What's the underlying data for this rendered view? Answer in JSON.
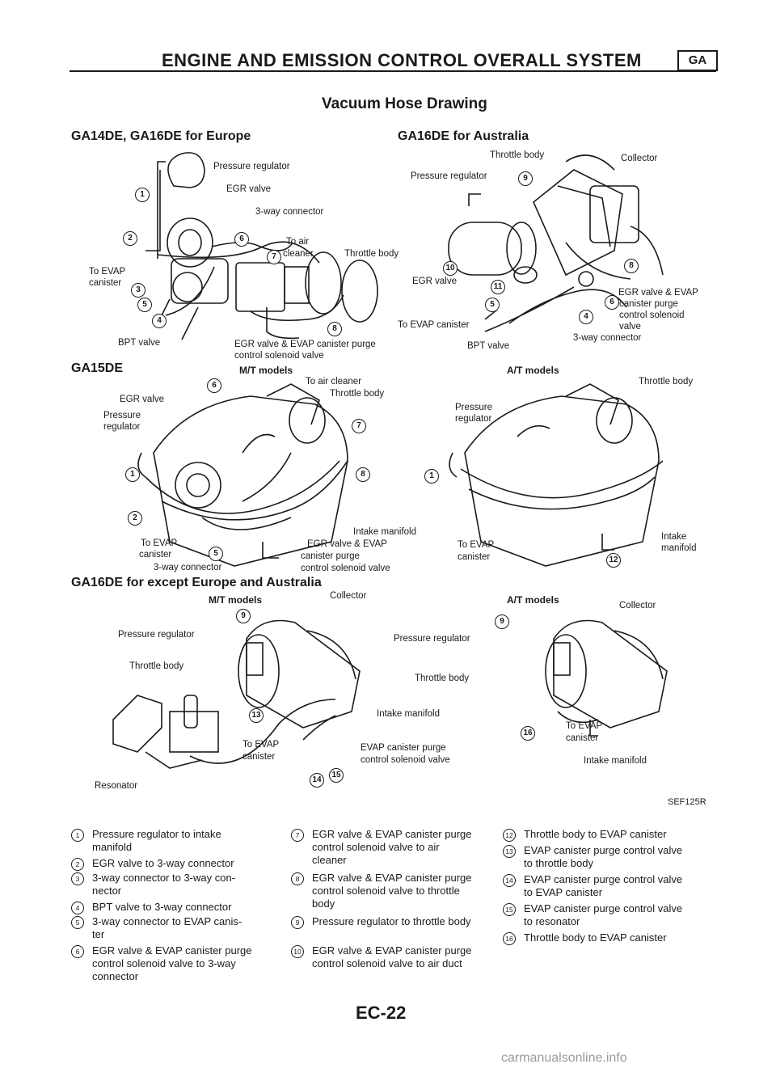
{
  "header": {
    "title": "ENGINE AND EMISSION CONTROL OVERALL SYSTEM",
    "badge": "GA",
    "subtitle": "Vacuum Hose Drawing"
  },
  "sections": {
    "europe": "GA14DE, GA16DE for Europe",
    "australia": "GA16DE for Australia",
    "ga15de": "GA15DE",
    "except": "GA16DE for except Europe and Australia"
  },
  "models": {
    "mt": "M/T models",
    "at": "A/T models"
  },
  "diagram_labels": {
    "pressure_regulator": "Pressure regulator",
    "egr_valve": "EGR valve",
    "three_way_connector": "3-way connector",
    "to_air": "To air",
    "cleaner": "cleaner",
    "throttle_body": "Throttle body",
    "to_evap": "To EVAP",
    "canister": "canister",
    "bpt_valve": "BPT valve",
    "egr_evap_purge_1": "EGR valve & EVAP canister purge",
    "egr_evap_purge_2": "control solenoid valve",
    "collector": "Collector",
    "to_evap_canister": "To EVAP canister",
    "egr_evap": "EGR valve & EVAP",
    "canister_purge": "canister purge",
    "control_solenoid": "control solenoid",
    "valve": "valve",
    "to_air_cleaner": "To air cleaner",
    "pressure": "Pressure",
    "regulator": "regulator",
    "intake_manifold": "Intake manifold",
    "control_solenoid_valve": "control solenoid valve",
    "intake": "Intake",
    "manifold": "manifold",
    "resonator": "Resonator",
    "evap_purge": "EVAP canister purge",
    "ref": "SEF125R"
  },
  "legend": [
    {
      "n": "1",
      "text": "Pressure regulator to intake manifold"
    },
    {
      "n": "2",
      "text": "EGR valve to 3-way connector"
    },
    {
      "n": "3",
      "text": "3-way connector to 3-way con- nector"
    },
    {
      "n": "4",
      "text": "BPT valve to 3-way connector"
    },
    {
      "n": "5",
      "text": "3-way connector to EVAP canis- ter"
    },
    {
      "n": "6",
      "text": "EGR valve & EVAP canister purge control solenoid valve to 3-way connector"
    },
    {
      "n": "7",
      "text": "EGR valve & EVAP canister purge control solenoid valve to air cleaner"
    },
    {
      "n": "8",
      "text": "EGR valve & EVAP canister purge control solenoid valve to throttle body"
    },
    {
      "n": "9",
      "text": "Pressure regulator to throttle body"
    },
    {
      "n": "10",
      "text": "EGR valve & EVAP canister purge control solenoid valve to air duct"
    },
    {
      "n": "12",
      "text": "Throttle body to EVAP canister"
    },
    {
      "n": "13",
      "text": "EVAP canister purge control valve to throttle body"
    },
    {
      "n": "14",
      "text": "EVAP canister purge control valve to EVAP canister"
    },
    {
      "n": "15",
      "text": "EVAP canister purge control valve to resonator"
    },
    {
      "n": "16",
      "text": "Throttle body to EVAP canister"
    }
  ],
  "footer": {
    "page": "EC-22",
    "watermark": "carmanualsonline.info"
  }
}
